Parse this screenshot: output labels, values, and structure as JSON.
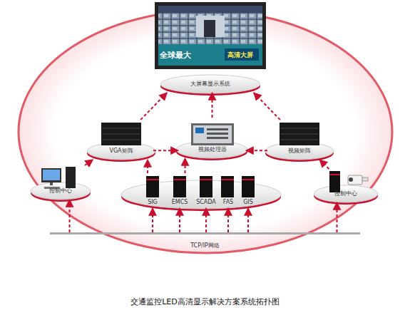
{
  "diagram": {
    "caption": "交通监控LED高清显示解决方案系统拓扑图",
    "nodes": [
      {
        "text": [
          "大屏幕显示系统"
        ]
      },
      {
        "text": [
          "VGA矩阵"
        ]
      },
      {
        "text": [
          "视频处理器"
        ]
      },
      {
        "text": [
          "视频矩阵"
        ]
      },
      {
        "text": [
          "控制中心"
        ]
      },
      {
        "text": [
          "SIG"
        ]
      },
      {
        "text": [
          "EMCS"
        ]
      },
      {
        "text": [
          "SCADA"
        ]
      },
      {
        "text": [
          "FAS"
        ]
      },
      {
        "text": [
          "GIS"
        ]
      },
      {
        "text": [
          "控制中心"
        ]
      },
      {
        "text": [
          "TCP/IP网络"
        ]
      }
    ],
    "edges": [
      {
        "from": 11,
        "to": 4,
        "arrow": "to"
      },
      {
        "from": 11,
        "to": 5,
        "arrow": "to"
      },
      {
        "from": 11,
        "to": 6,
        "arrow": "to"
      },
      {
        "from": 11,
        "to": 7,
        "arrow": "to"
      },
      {
        "from": 11,
        "to": 8,
        "arrow": "to"
      },
      {
        "from": 11,
        "to": 9,
        "arrow": "to"
      },
      {
        "from": 11,
        "to": 10,
        "arrow": "to"
      },
      {
        "from": 4,
        "to": 1,
        "arrow": "to"
      },
      {
        "from": 5,
        "to": 1,
        "arrow": "to"
      },
      {
        "from": 6,
        "to": 2,
        "arrow": "to"
      },
      {
        "from": 1,
        "to": 2,
        "arrow": "to"
      },
      {
        "from": 3,
        "to": 2,
        "arrow": "to"
      },
      {
        "from": 10,
        "to": 3,
        "arrow": "to"
      },
      {
        "from": 1,
        "to": 0,
        "arrow": "to"
      },
      {
        "from": 2,
        "to": 0,
        "arrow": "to"
      },
      {
        "from": 3,
        "to": 0,
        "arrow": "to"
      }
    ],
    "labels": [
      "全球最大",
      "高清大屏"
    ]
  }
}
